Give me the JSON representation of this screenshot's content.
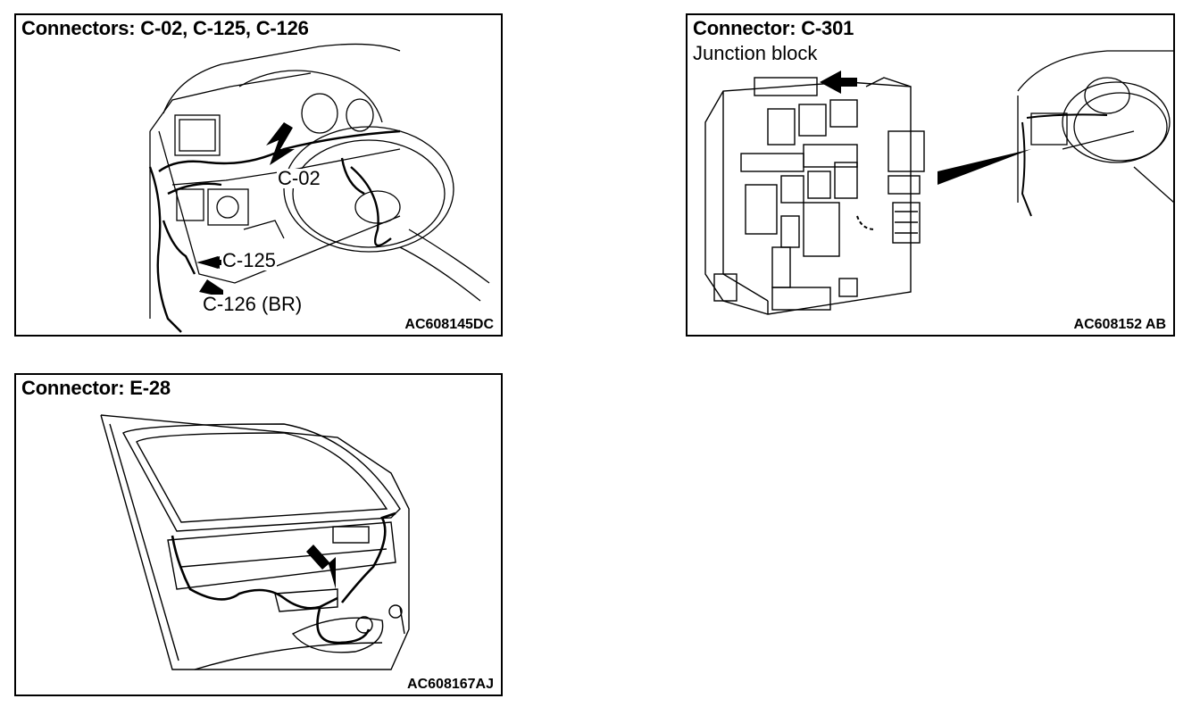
{
  "panels": [
    {
      "title": "Connectors: C-02, C-125, C-126",
      "code": "AC608145DC",
      "labels": {
        "c02": "C-02",
        "c125": "C-125",
        "c126": "C-126 (BR)"
      }
    },
    {
      "title": "Connector: C-301",
      "subtitle": "Junction block",
      "code": "AC608152 AB"
    },
    {
      "title": "Connector: E-28",
      "code": "AC608167AJ"
    }
  ]
}
